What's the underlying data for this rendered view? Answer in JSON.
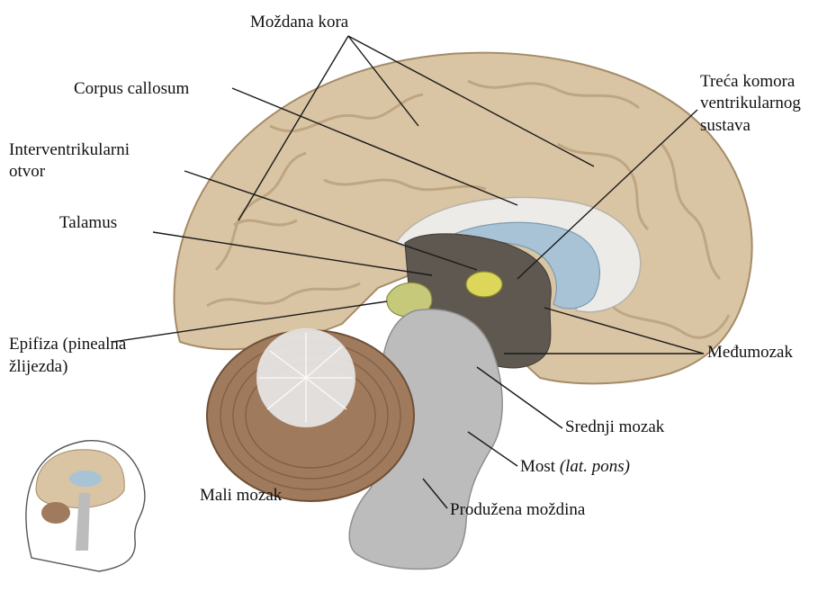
{
  "labels": {
    "cortex": "Moždana kora",
    "corpus_callosum": "Corpus callosum",
    "interventricular_1": "Interventrikularni",
    "interventricular_2": "otvor",
    "thalamus": "Talamus",
    "pineal_1": "Epifiza (pinealna",
    "pineal_2": "žlijezda)",
    "third_ventricle_1": "Treća komora",
    "third_ventricle_2": "ventrikularnog",
    "third_ventricle_3": "sustava",
    "diencephalon": "Međumozak",
    "midbrain": "Srednji mozak",
    "pons_main": "Most",
    "pons_latin": "(lat. pons)",
    "cerebellum": "Mali mozak",
    "medulla": "Produžena moždina"
  },
  "colors": {
    "cortex": "#d9c4a3",
    "cortex_shadow": "#b59c78",
    "corpus_callosum": "#ecebe8",
    "ventricle": "#a9c3d6",
    "diencephalon": "#5e5850",
    "thalamus_body": "#dcd75a",
    "pineal": "#c6c97a",
    "brainstem": "#bcbcbc",
    "cerebellum": "#a07a5c",
    "arbor_vitae": "#e9e9e9"
  }
}
